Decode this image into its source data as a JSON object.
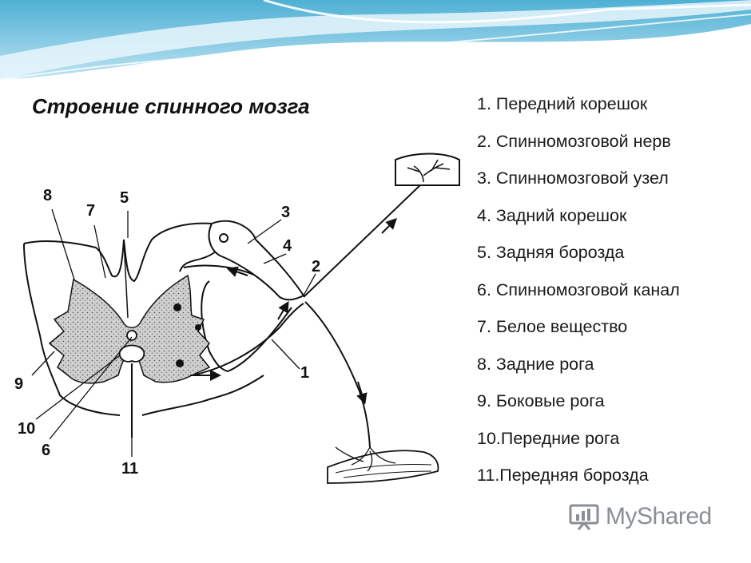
{
  "title": "Строение спинного мозга",
  "legend": [
    "1.  Передний корешок",
    "2.  Спинномозговой нерв",
    "3.  Спинномозговой узел",
    "4.  Задний корешок",
    "5.  Задняя борозда",
    "6.  Спинномозговой канал",
    "7.  Белое вещество",
    "8.  Задние рога",
    "9.  Боковые рога",
    "10.Передние рога",
    "11.Передняя борозда"
  ],
  "labels": {
    "l1": "1",
    "l2": "2",
    "l3": "3",
    "l4": "4",
    "l5": "5",
    "l6": "6",
    "l7": "7",
    "l8": "8",
    "l9": "9",
    "l10": "10",
    "l11": "11"
  },
  "watermark": {
    "text": "MyShared",
    "icon": "presentation-board-icon"
  },
  "colors": {
    "grey_matter": "#c9c9c9",
    "banner_top": "#5ab8d8",
    "banner_light": "#e6f4fa"
  }
}
